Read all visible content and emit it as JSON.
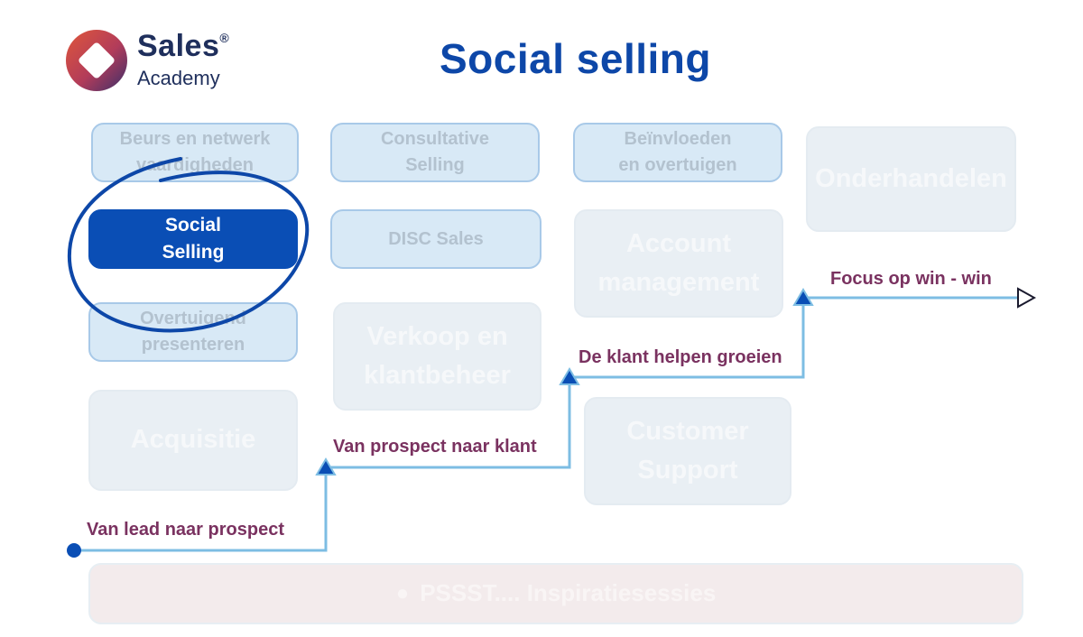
{
  "header": {
    "brand": "Sales",
    "brand_mark": "®",
    "brand_sub": "Academy",
    "title": "Social selling"
  },
  "cards": {
    "beurs": "Beurs en netwerk\nvaardigheden",
    "consultative": "Consultative\nSelling",
    "beinvloeden": "Beïnvloeden\nen overtuigen",
    "onderhandelen": "Onderhandelen",
    "social": "Social\nSelling",
    "disc": "DISC Sales",
    "account": "Account\nmanagement",
    "overtuigend": "Overtuigend\npresenteren",
    "verkoop": "Verkoop en\nklantbeheer",
    "acquisitie": "Acquisitie",
    "support": "Customer\nSupport"
  },
  "banner": {
    "icon": "speech-bubble-icon",
    "label": "PSSST.... Inspiratiesessies"
  },
  "steps": {
    "step1": "Van lead naar prospect",
    "step2": "Van prospect naar klant",
    "step3": "De klant helpen groeien",
    "step4": "Focus op win - win"
  },
  "colors": {
    "title": "#0d47a8",
    "active_card": "#0a4eb5",
    "step_line": "#7dbde3",
    "step_text": "#7a3260",
    "circle": "#0d47a8"
  }
}
